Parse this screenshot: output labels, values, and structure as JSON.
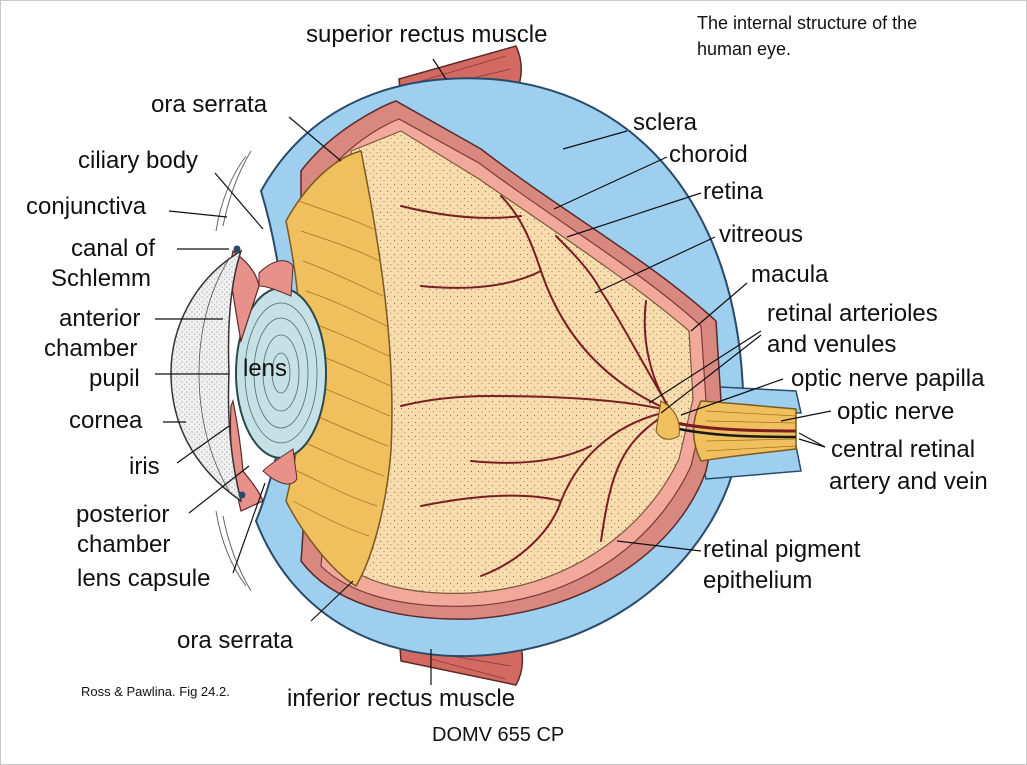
{
  "title": {
    "line1": "The internal structure of the",
    "line2": "human eye."
  },
  "labels": {
    "superior_rectus": "superior rectus muscle",
    "ora_serrata_top": "ora serrata",
    "ciliary_body": "ciliary body",
    "conjunctiva": "conjunctiva",
    "canal_line1": "canal of",
    "canal_line2": "Schlemm",
    "anterior_line1": "anterior",
    "anterior_line2": "chamber",
    "pupil": "pupil",
    "lens": "lens",
    "cornea": "cornea",
    "iris": "iris",
    "posterior_line1": "posterior",
    "posterior_line2": "chamber",
    "lens_capsule": "lens capsule",
    "ora_serrata_bottom": "ora serrata",
    "inferior_rectus": "inferior rectus muscle",
    "sclera": "sclera",
    "choroid": "choroid",
    "retina": "retina",
    "vitreous": "vitreous",
    "macula": "macula",
    "arterioles_line1": "retinal arterioles",
    "arterioles_line2": "and venules",
    "papilla": "optic nerve papilla",
    "optic_nerve": "optic nerve",
    "central_line1": "central retinal",
    "central_line2": "artery and vein",
    "pigment_line1": "retinal pigment",
    "pigment_line2": "epithelium"
  },
  "citation": "Ross & Pawlina. Fig 24.2.",
  "footer": "DOMV 655 CP",
  "colors": {
    "sclera": "#9fcfee",
    "choroid": "#d98880",
    "retina": "#f2a99b",
    "vitreous": "#f8dcae",
    "ciliary": "#f1c05e",
    "lens": "#c6e1e6",
    "vessel": "#7a1e24",
    "muscle": "#d26a62"
  }
}
